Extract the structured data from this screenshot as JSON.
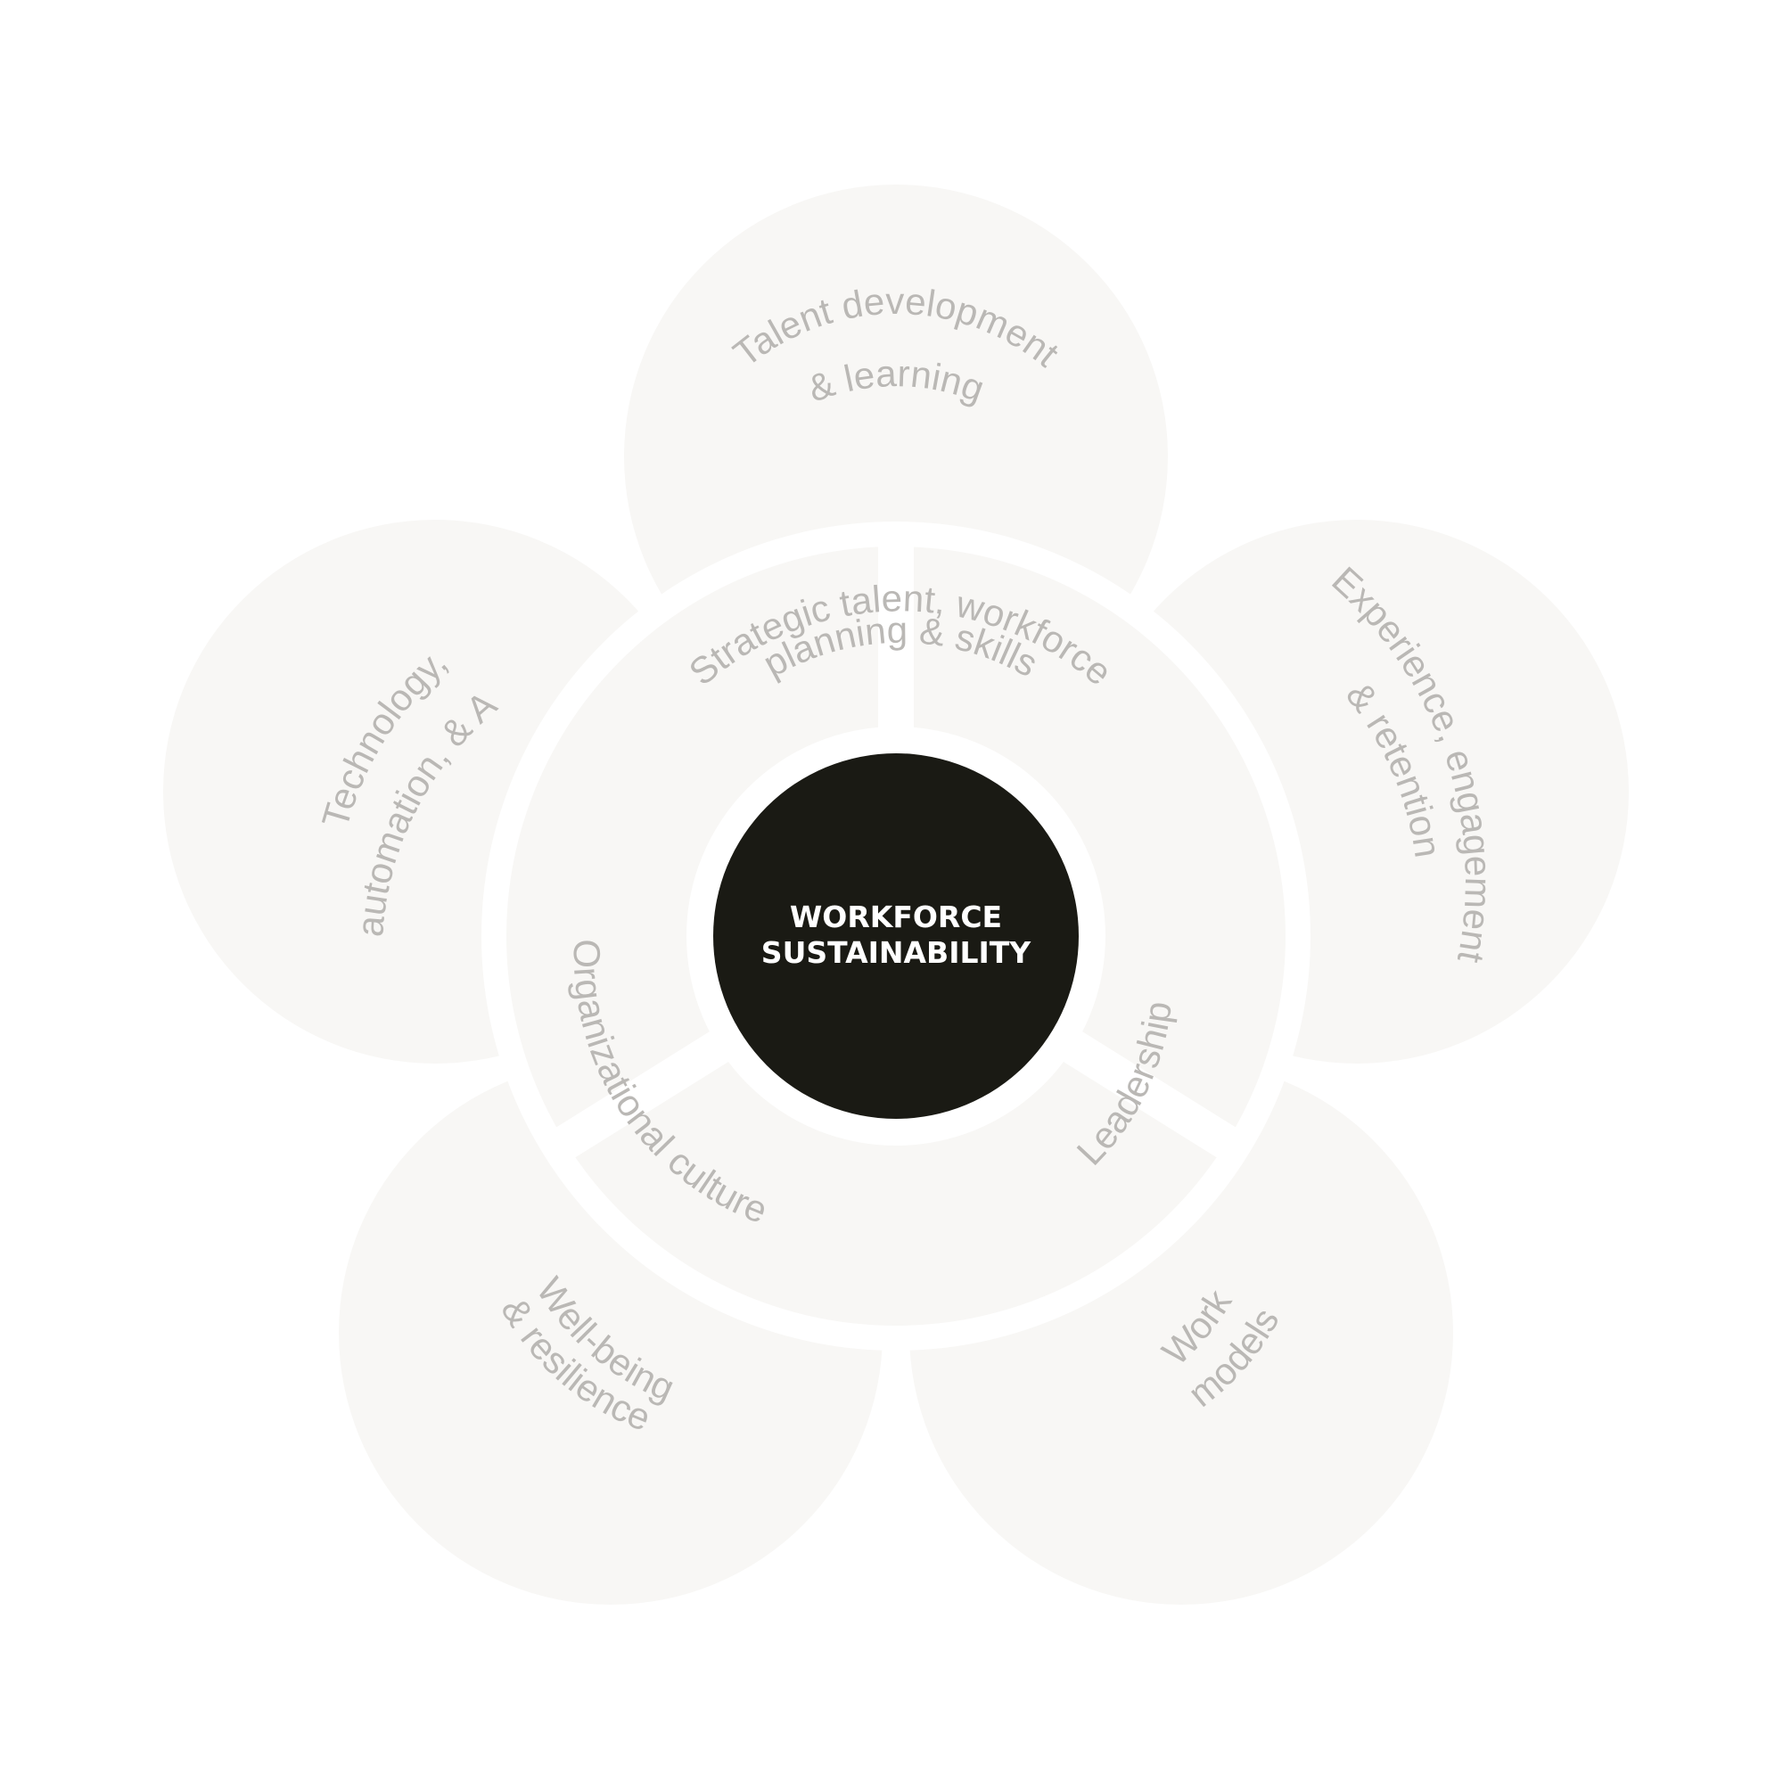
{
  "center": {
    "line1": "WORKFORCE",
    "line2": "SUSTAINABILITY"
  },
  "outer_petals": [
    {
      "id": "talent",
      "lines": [
        "Talent development",
        "& learning"
      ]
    },
    {
      "id": "experience",
      "lines": [
        "Experience, engagement",
        "& retention"
      ]
    },
    {
      "id": "work-models",
      "lines": [
        "Work",
        "models"
      ]
    },
    {
      "id": "well-being",
      "lines": [
        "Well-being",
        "& resilience"
      ]
    },
    {
      "id": "technology",
      "lines": [
        "Technology,",
        "automation, & AI"
      ]
    }
  ],
  "inner_segments": [
    {
      "id": "strategic",
      "lines": [
        "Strategic talent, workforce",
        "planning & skills"
      ]
    },
    {
      "id": "leadership",
      "lines": [
        "Leadership"
      ]
    },
    {
      "id": "org-culture",
      "lines": [
        "Organizational culture"
      ]
    }
  ],
  "colors": {
    "background": "#ffffff",
    "petal_fill": "#f8f7f5",
    "label_text": "#bab8b5",
    "center_fill": "#1a1a14",
    "center_text": "#ffffff"
  }
}
